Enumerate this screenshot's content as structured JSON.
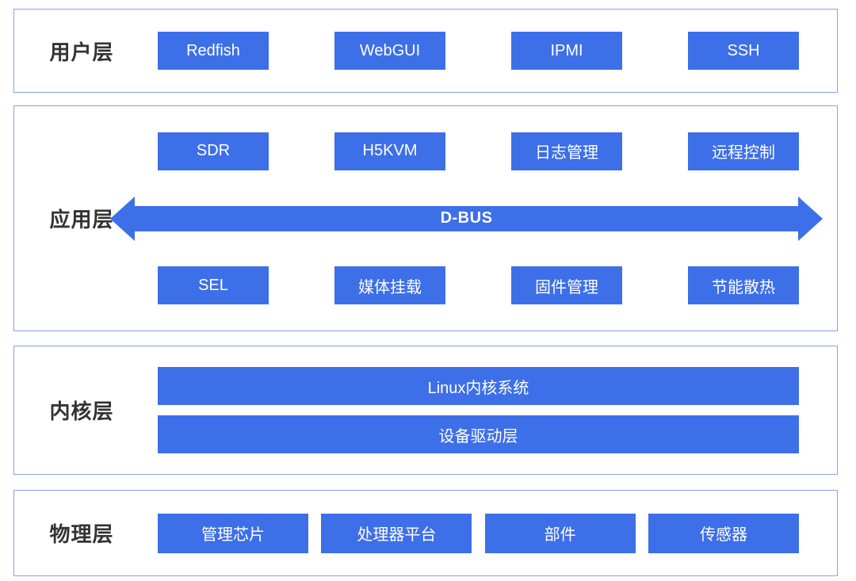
{
  "colors": {
    "box_fill": "#3D6FE8",
    "section_border": "#86A2F1",
    "label_text": "#333333",
    "box_text": "#FFFFFF"
  },
  "layers": [
    {
      "name": "用户层",
      "boxes": [
        "Redfish",
        "WebGUI",
        "IPMI",
        "SSH"
      ]
    },
    {
      "name": "应用层",
      "top_boxes": [
        "SDR",
        "H5KVM",
        "日志管理",
        "远程控制"
      ],
      "bus_label": "D-BUS",
      "bottom_boxes": [
        "SEL",
        "媒体挂载",
        "固件管理",
        "节能散热"
      ]
    },
    {
      "name": "内核层",
      "bars": [
        "Linux内核系统",
        "设备驱动层"
      ]
    },
    {
      "name": "物理层",
      "boxes": [
        "管理芯片",
        "处理器平台",
        "部件",
        "传感器"
      ]
    }
  ]
}
